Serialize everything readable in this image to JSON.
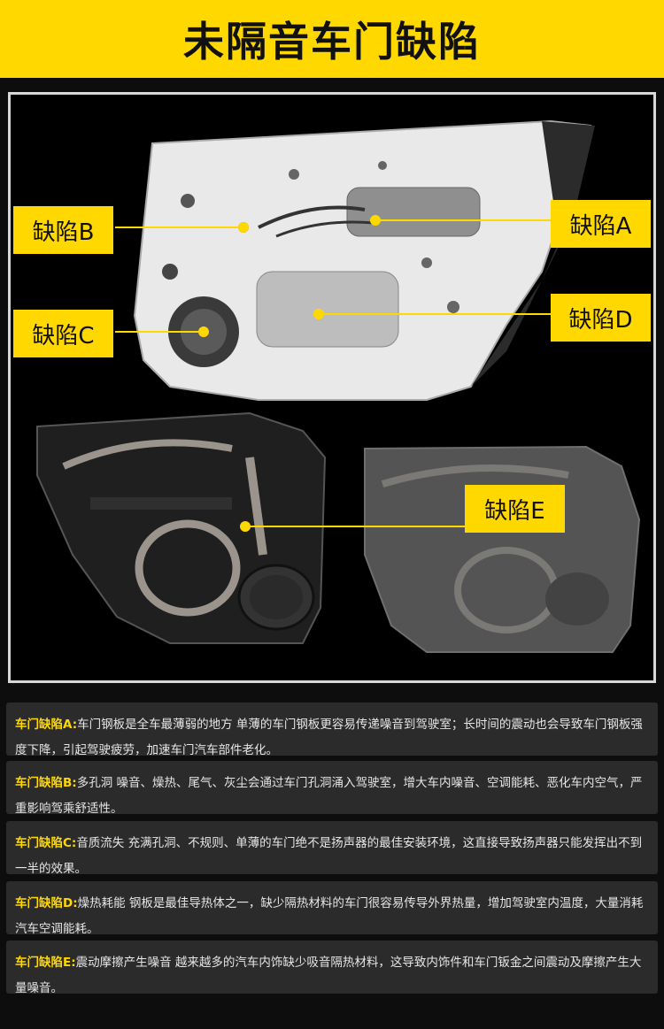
{
  "header": {
    "title": "未隔音车门缺陷"
  },
  "callouts": {
    "a": "缺陷A",
    "b": "缺陷B",
    "c": "缺陷C",
    "d": "缺陷D",
    "e": "缺陷E"
  },
  "notes": [
    {
      "tag": "车门缺陷A:",
      "text": "车门钢板是全车最薄弱的地方 单薄的车门钢板更容易传递噪音到驾驶室；长时间的震动也会导致车门钢板强度下降，引起驾驶疲劳，加速车门汽车部件老化。"
    },
    {
      "tag": "车门缺陷B:",
      "text": "多孔洞 噪音、燥热、尾气、灰尘会通过车门孔洞涌入驾驶室，增大车内噪音、空调能耗、恶化车内空气，严重影响驾乘舒适性。"
    },
    {
      "tag": "车门缺陷C:",
      "text": "音质流失 充满孔洞、不规则、单薄的车门绝不是扬声器的最佳安装环境，这直接导致扬声器只能发挥出不到一半的效果。"
    },
    {
      "tag": "车门缺陷D:",
      "text": "燥热耗能 钢板是最佳导热体之一，缺少隔热材料的车门很容易传导外界热量，增加驾驶室内温度，大量消耗汽车空调能耗。"
    },
    {
      "tag": "车门缺陷E:",
      "text": "震动摩擦产生噪音 越来越多的汽车内饰缺少吸音隔热材料，这导致内饰件和车门钣金之间震动及摩擦产生大量噪音。"
    }
  ]
}
